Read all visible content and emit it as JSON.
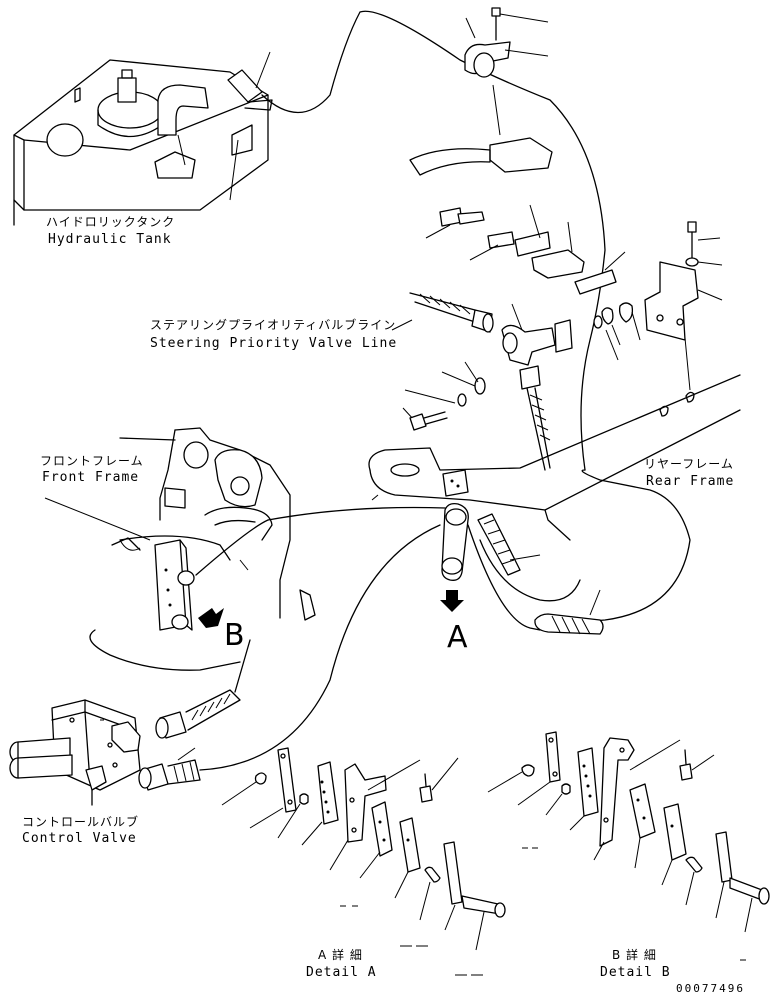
{
  "labels": {
    "hydraulic_tank_jp": "ハイドロリックタンク",
    "hydraulic_tank_en": "Hydraulic Tank",
    "steering_line_jp": "ステアリングプライオリティバルブライン",
    "steering_line_en": "Steering Priority Valve Line",
    "front_frame_jp": "フロントフレーム",
    "front_frame_en": "Front Frame",
    "rear_frame_jp": "リヤーフレーム",
    "rear_frame_en": "Rear Frame",
    "control_valve_jp": "コントロールバルブ",
    "control_valve_en": "Control Valve",
    "detail_a_jp": "A 詳 細",
    "detail_a_en": "Detail A",
    "detail_b_jp": "B 詳 細",
    "detail_b_en": "Detail B",
    "callout_a": "A",
    "callout_b": "B",
    "drawing_number": "00077496"
  }
}
